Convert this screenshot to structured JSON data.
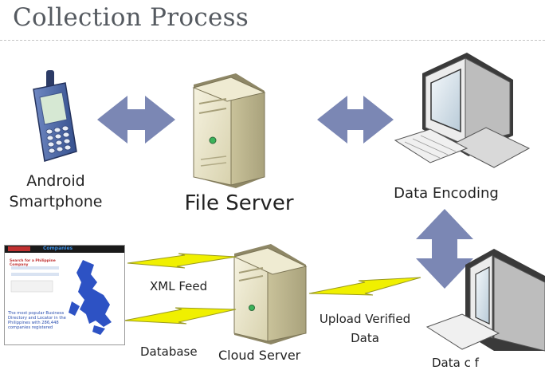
{
  "title": "Collection Process",
  "nodes": {
    "android": {
      "line1": "Android",
      "line2": "Smartphone"
    },
    "file_server": "File Server",
    "data_encoding": "Data Encoding",
    "cloud_server": "Cloud Server",
    "partial_label": "Data c  f"
  },
  "links": {
    "xml_feed": "XML Feed",
    "database": "Database",
    "upload_line1": "Upload Verified",
    "upload_line2": "Data"
  },
  "website": {
    "brand": "Companies",
    "heading": "Search for a Philippine Company",
    "description": "The most popular Business Directory and Locator in the Philippines with 286,448 companies registered"
  },
  "colors": {
    "arrow": "#7b87b4",
    "bolt": "#f0f000",
    "bolt_edge": "#9a9a20",
    "server_body": "#e9e4c6",
    "map": "#2d52c4"
  }
}
